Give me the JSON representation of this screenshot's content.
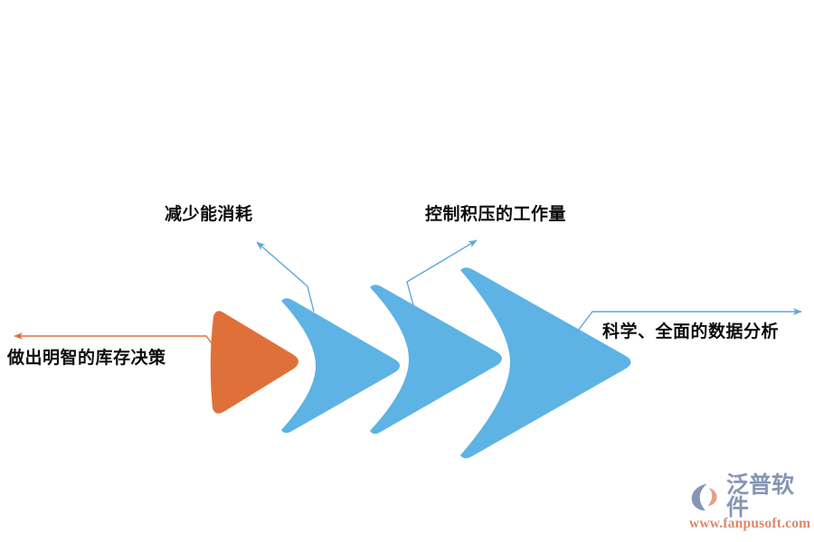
{
  "diagram": {
    "type": "process-chevron-flow",
    "background_color": "#ffffff",
    "colors": {
      "accent_orange": "#E0703A",
      "accent_blue": "#5DB3E4",
      "connector_blue": "#5DA8DC",
      "connector_orange": "#E0703A",
      "text": "#0c0c0c"
    },
    "stages": [
      {
        "id": "stage-1",
        "shape": "triangle",
        "color": "#E0703A"
      },
      {
        "id": "stage-2",
        "shape": "chevron",
        "color": "#5DB3E4"
      },
      {
        "id": "stage-3",
        "shape": "chevron",
        "color": "#5DB3E4"
      },
      {
        "id": "stage-4",
        "shape": "chevron",
        "color": "#5DB3E4"
      }
    ],
    "labels": {
      "reduce_consumption": "减少能消耗",
      "control_backlog": "控制积压的工作量",
      "inventory_decision": "做出明智的库存决策",
      "data_analysis": "科学、全面的数据分析"
    },
    "connectors": [
      {
        "id": "connector-inventory-decision",
        "direction": "left",
        "color": "#E0703A"
      },
      {
        "id": "connector-reduce-consumption",
        "direction": "up-left",
        "color": "#5DA8DC"
      },
      {
        "id": "connector-control-backlog",
        "direction": "up-left",
        "color": "#5DA8DC"
      },
      {
        "id": "connector-data-analysis",
        "direction": "right",
        "color": "#5DA8DC"
      }
    ]
  },
  "watermark": {
    "brand": "泛普软件",
    "url": "www.fanpusoft.com",
    "brand_color": "#8795b5",
    "url_color": "#d98a6b"
  }
}
